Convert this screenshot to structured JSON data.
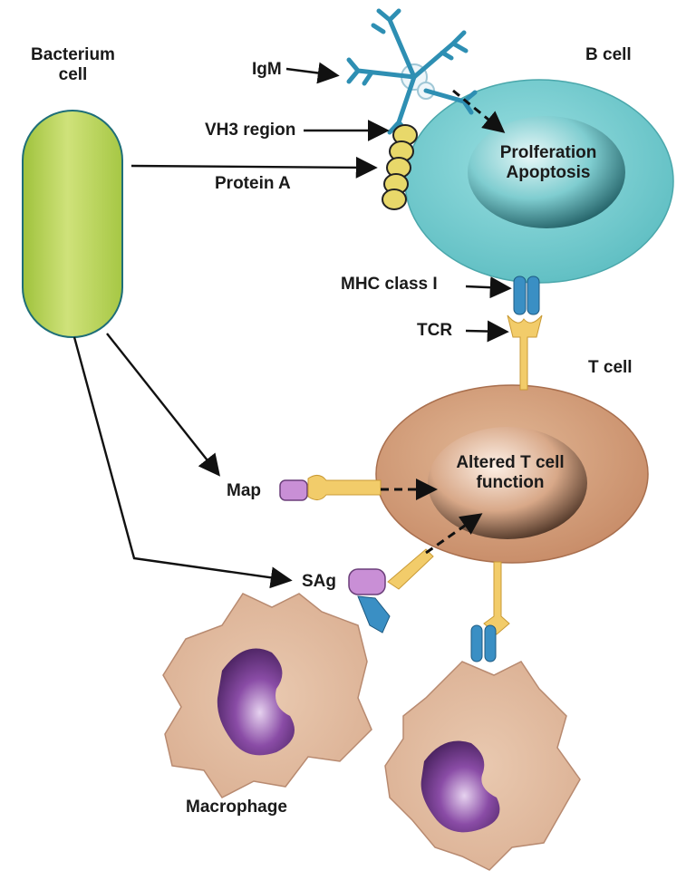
{
  "labels": {
    "bacterium_line1": "Bacterium",
    "bacterium_line2": "cell",
    "igm": "IgM",
    "b_cell": "B cell",
    "vh3_region": "VH3 region",
    "protein_a": "Protein A",
    "b_nucleus_line1": "Prolferation",
    "b_nucleus_line2": "Apoptosis",
    "mhc_class_i": "MHC class I",
    "tcr": "TCR",
    "t_cell": "T cell",
    "t_nucleus_line1": "Altered T cell",
    "t_nucleus_line2": "function",
    "map": "Map",
    "sag": "SAg",
    "macrophage": "Macrophage"
  },
  "colors": {
    "bacterium_fill": "#b9d35a",
    "b_cell_fill": "#7ccfd2",
    "t_cell_fill": "#d4a07e",
    "macrophage_fill": "#e3bfa4",
    "macrophage_nucleus": "#5a2d6e",
    "receptor_blue": "#3a8fc4",
    "receptor_yellow": "#f2cc6a",
    "protein_a_bead": "#e8d66a",
    "antigen_purple": "#c98fd6"
  }
}
